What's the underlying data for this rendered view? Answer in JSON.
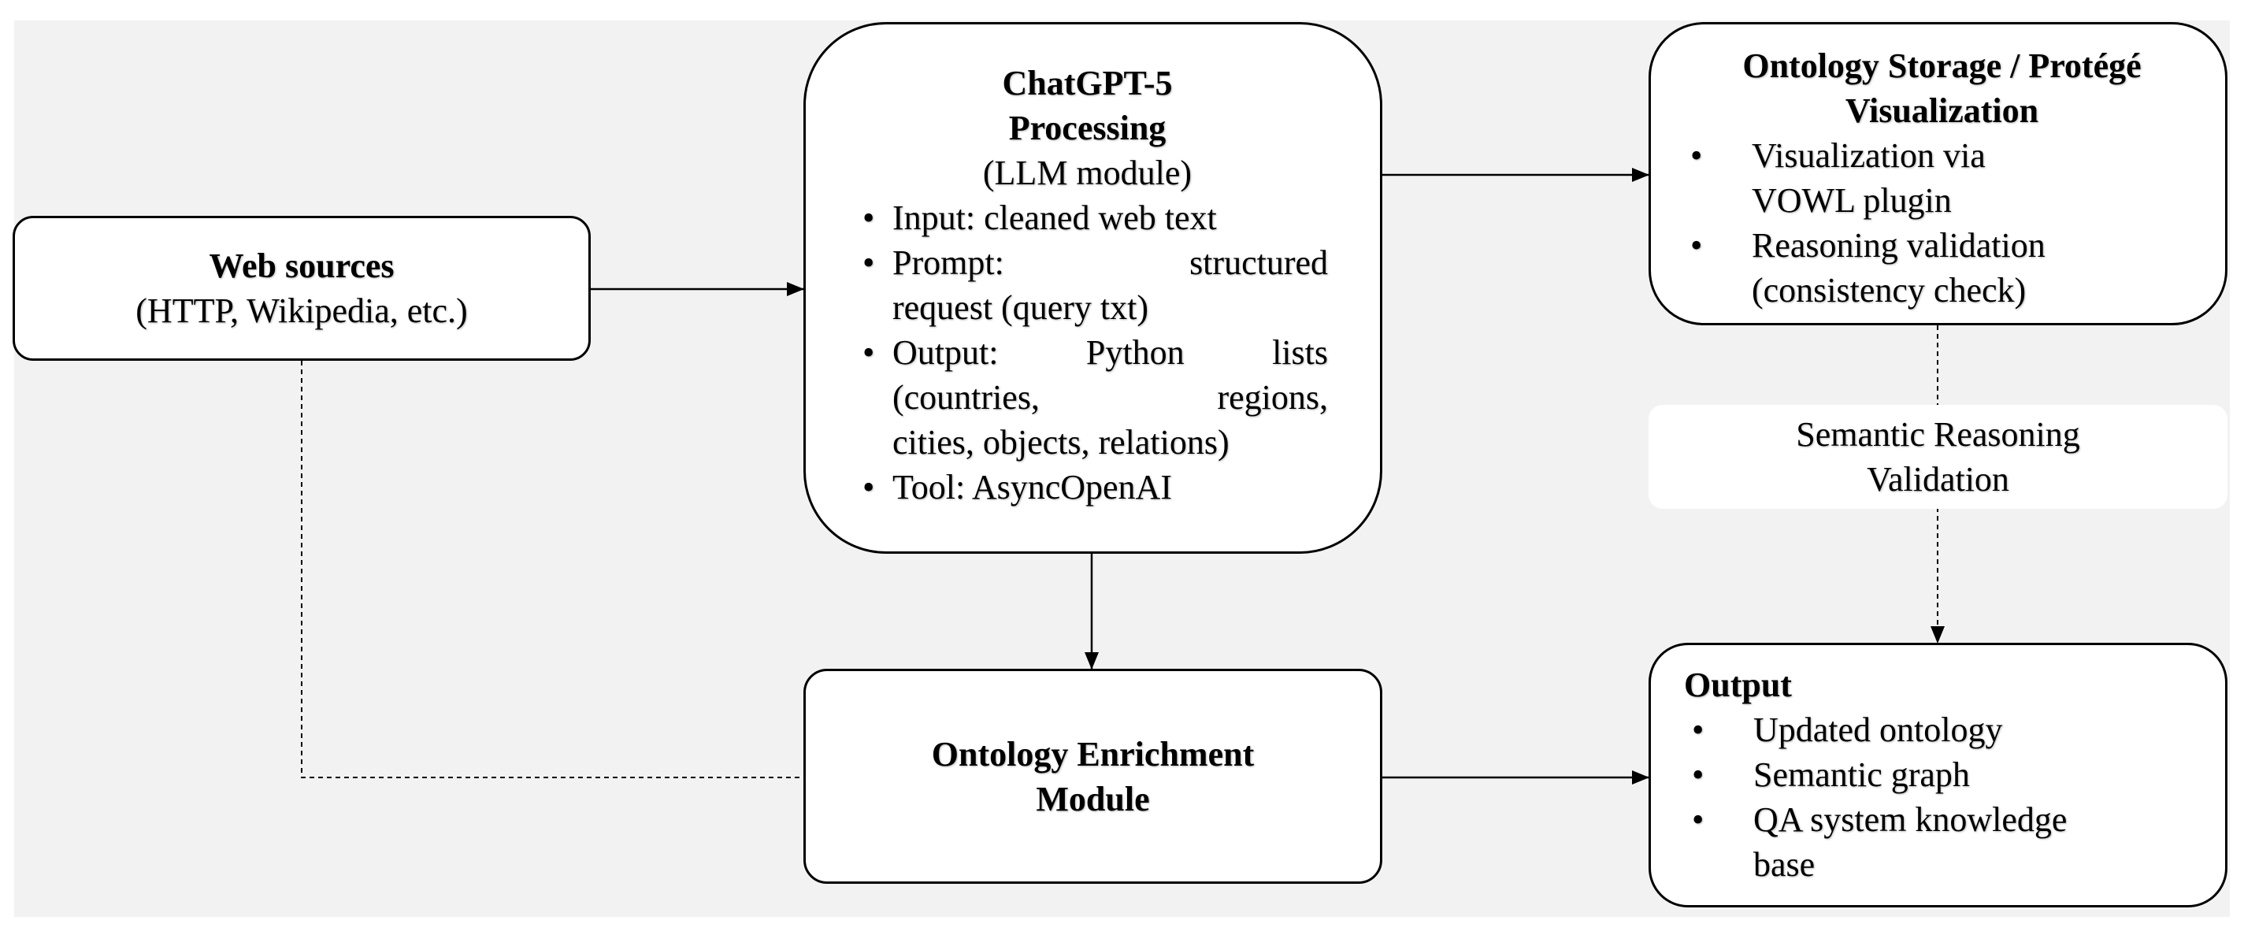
{
  "web_sources": {
    "title": "Web sources",
    "subtitle": "(HTTP, Wikipedia, etc.)"
  },
  "chatgpt": {
    "title_line1": "ChatGPT-5",
    "title_line2": "Processing",
    "subtitle": "(LLM module)",
    "input": "Input: cleaned web text",
    "prompt_word": "Prompt:",
    "prompt_rest1": "structured",
    "prompt_rest2": "request (query txt)",
    "output_word": "Output:",
    "output_mid": "Python",
    "output_end": "lists",
    "output_line2_a": "(countries,",
    "output_line2_b": "regions,",
    "output_line3": "cities, objects, relations)",
    "tool": "Tool: AsyncOpenAI"
  },
  "storage": {
    "title_line1": "Ontology Storage / Protégé",
    "title_line2": "Visualization",
    "items": [
      {
        "line1": "Visualization via",
        "line2": "VOWL plugin"
      },
      {
        "line1": "Reasoning validation",
        "line2": "(consistency check)"
      }
    ]
  },
  "semantic_label": {
    "line1": "Semantic Reasoning",
    "line2": "Validation"
  },
  "enrichment": {
    "title_line1": "Ontology Enrichment",
    "title_line2": "Module"
  },
  "output": {
    "title": "Output",
    "items": [
      {
        "line1": "Updated ontology",
        "line2": ""
      },
      {
        "line1": "Semantic graph",
        "line2": ""
      },
      {
        "line1": "QA system knowledge",
        "line2": "base"
      }
    ]
  }
}
